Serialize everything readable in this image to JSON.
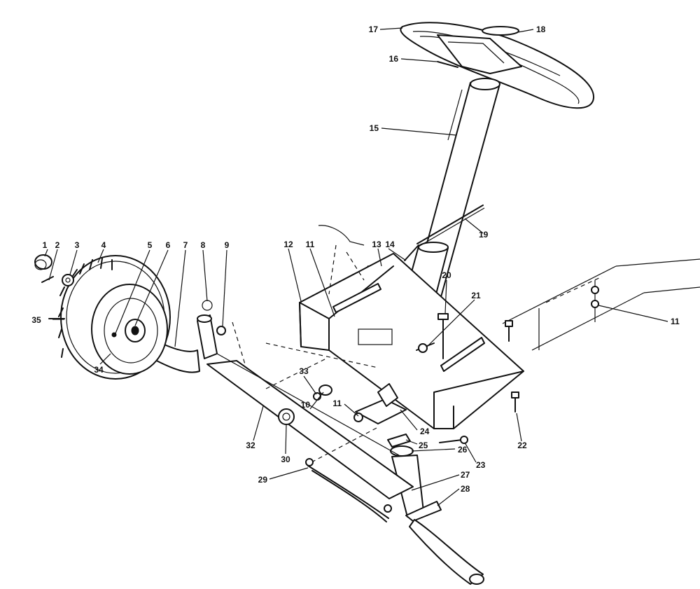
{
  "diagram": {
    "callouts": [
      {
        "id": "c1",
        "text": "1"
      },
      {
        "id": "c2",
        "text": "2"
      },
      {
        "id": "c3",
        "text": "3"
      },
      {
        "id": "c4",
        "text": "4"
      },
      {
        "id": "c5",
        "text": "5"
      },
      {
        "id": "c6",
        "text": "6"
      },
      {
        "id": "c7",
        "text": "7"
      },
      {
        "id": "c8",
        "text": "8"
      },
      {
        "id": "c9",
        "text": "9"
      },
      {
        "id": "c10",
        "text": "10"
      },
      {
        "id": "c11a",
        "text": "11"
      },
      {
        "id": "c11b",
        "text": "11"
      },
      {
        "id": "c11c",
        "text": "11"
      },
      {
        "id": "c12",
        "text": "12"
      },
      {
        "id": "c13",
        "text": "13"
      },
      {
        "id": "c14",
        "text": "14"
      },
      {
        "id": "c15",
        "text": "15"
      },
      {
        "id": "c16",
        "text": "16"
      },
      {
        "id": "c17",
        "text": "17"
      },
      {
        "id": "c18",
        "text": "18"
      },
      {
        "id": "c19",
        "text": "19"
      },
      {
        "id": "c20",
        "text": "20"
      },
      {
        "id": "c21",
        "text": "21"
      },
      {
        "id": "c22",
        "text": "22"
      },
      {
        "id": "c23",
        "text": "23"
      },
      {
        "id": "c24",
        "text": "24"
      },
      {
        "id": "c25",
        "text": "25"
      },
      {
        "id": "c26",
        "text": "26"
      },
      {
        "id": "c27",
        "text": "27"
      },
      {
        "id": "c28",
        "text": "28"
      },
      {
        "id": "c29",
        "text": "29"
      },
      {
        "id": "c30",
        "text": "30"
      },
      {
        "id": "c32",
        "text": "32"
      },
      {
        "id": "c33",
        "text": "33"
      },
      {
        "id": "c34",
        "text": "34"
      },
      {
        "id": "c35",
        "text": "35"
      }
    ]
  }
}
